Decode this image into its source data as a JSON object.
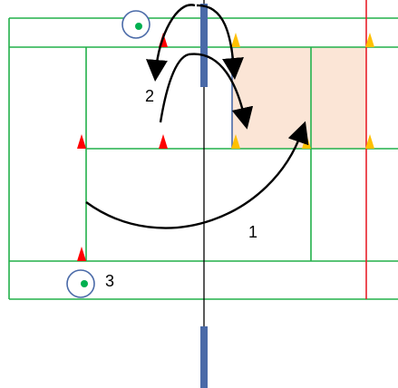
{
  "diagram": {
    "labels": {
      "first": "1",
      "second": "2",
      "third": "3"
    },
    "colors": {
      "court_line": "#22b04a",
      "boundary_line": "#e8202a",
      "net_post": "#4a6aa8",
      "target_zone_fill": "#fbe5d6",
      "player_dot": "#00b050",
      "red_cone": "#ff0000",
      "yellow_cone": "#ffc000",
      "arrow": "#000000"
    },
    "cones": {
      "red_count": 4,
      "yellow_count": 5
    },
    "players": {
      "count": 2
    }
  }
}
